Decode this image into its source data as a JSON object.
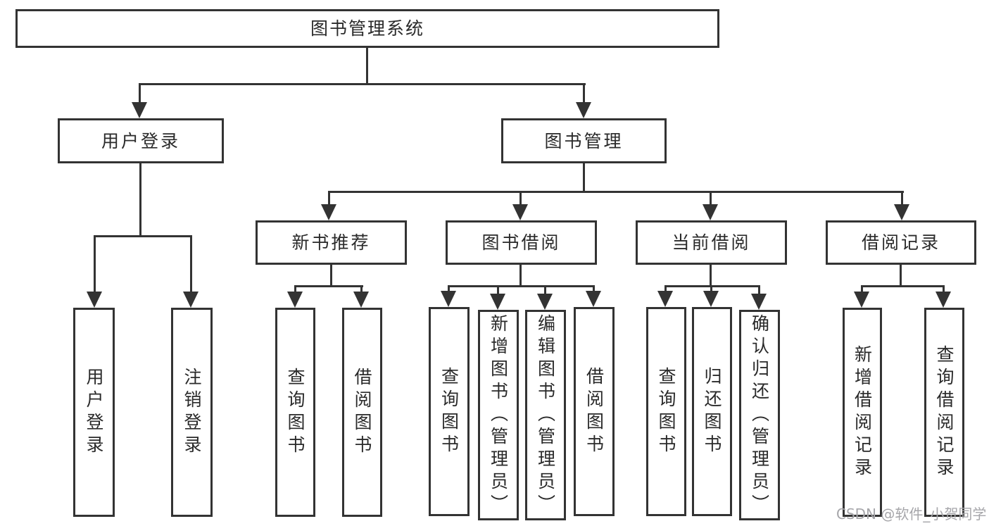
{
  "tree": {
    "root": "图书管理系统",
    "level2": [
      "用户登录",
      "图书管理"
    ],
    "level3": [
      "新书推荐",
      "图书借阅",
      "当前借阅",
      "借阅记录"
    ],
    "leaves_login": [
      "用户登录",
      "注销登录"
    ],
    "leaves_recommend": [
      "查询图书",
      "借阅图书"
    ],
    "leaves_borrow": [
      "查询图书",
      "新增图书（管理员）",
      "编辑图书（管理员）",
      "借阅图书"
    ],
    "leaves_current": [
      "查询图书",
      "归还图书",
      "确认归还（管理员）"
    ],
    "leaves_records": [
      "新增借阅记录",
      "查询借阅记录"
    ]
  },
  "watermark": {
    "text": "CSDN @软件_小贺同学"
  },
  "colors": {
    "line": "#333333",
    "text": "#2a2a2a",
    "bg": "#ffffff",
    "wm": "#a6a6aa"
  }
}
